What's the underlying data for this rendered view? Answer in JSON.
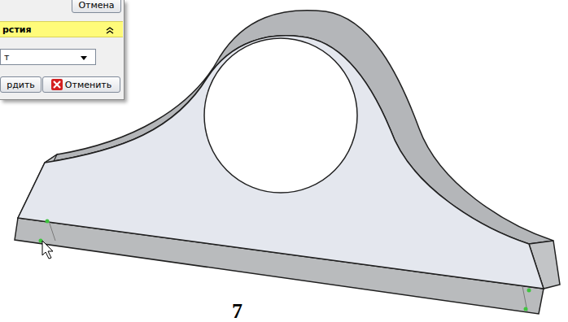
{
  "diagram": {
    "caption": "7",
    "nodes": [
      {
        "text": [
          "Отмена"
        ]
      },
      {
        "text": [
          "рстия"
        ]
      },
      {
        "text": [
          "т"
        ]
      },
      {
        "text": [
          "рдить"
        ]
      },
      {
        "text": [
          "Отменить"
        ]
      }
    ]
  }
}
